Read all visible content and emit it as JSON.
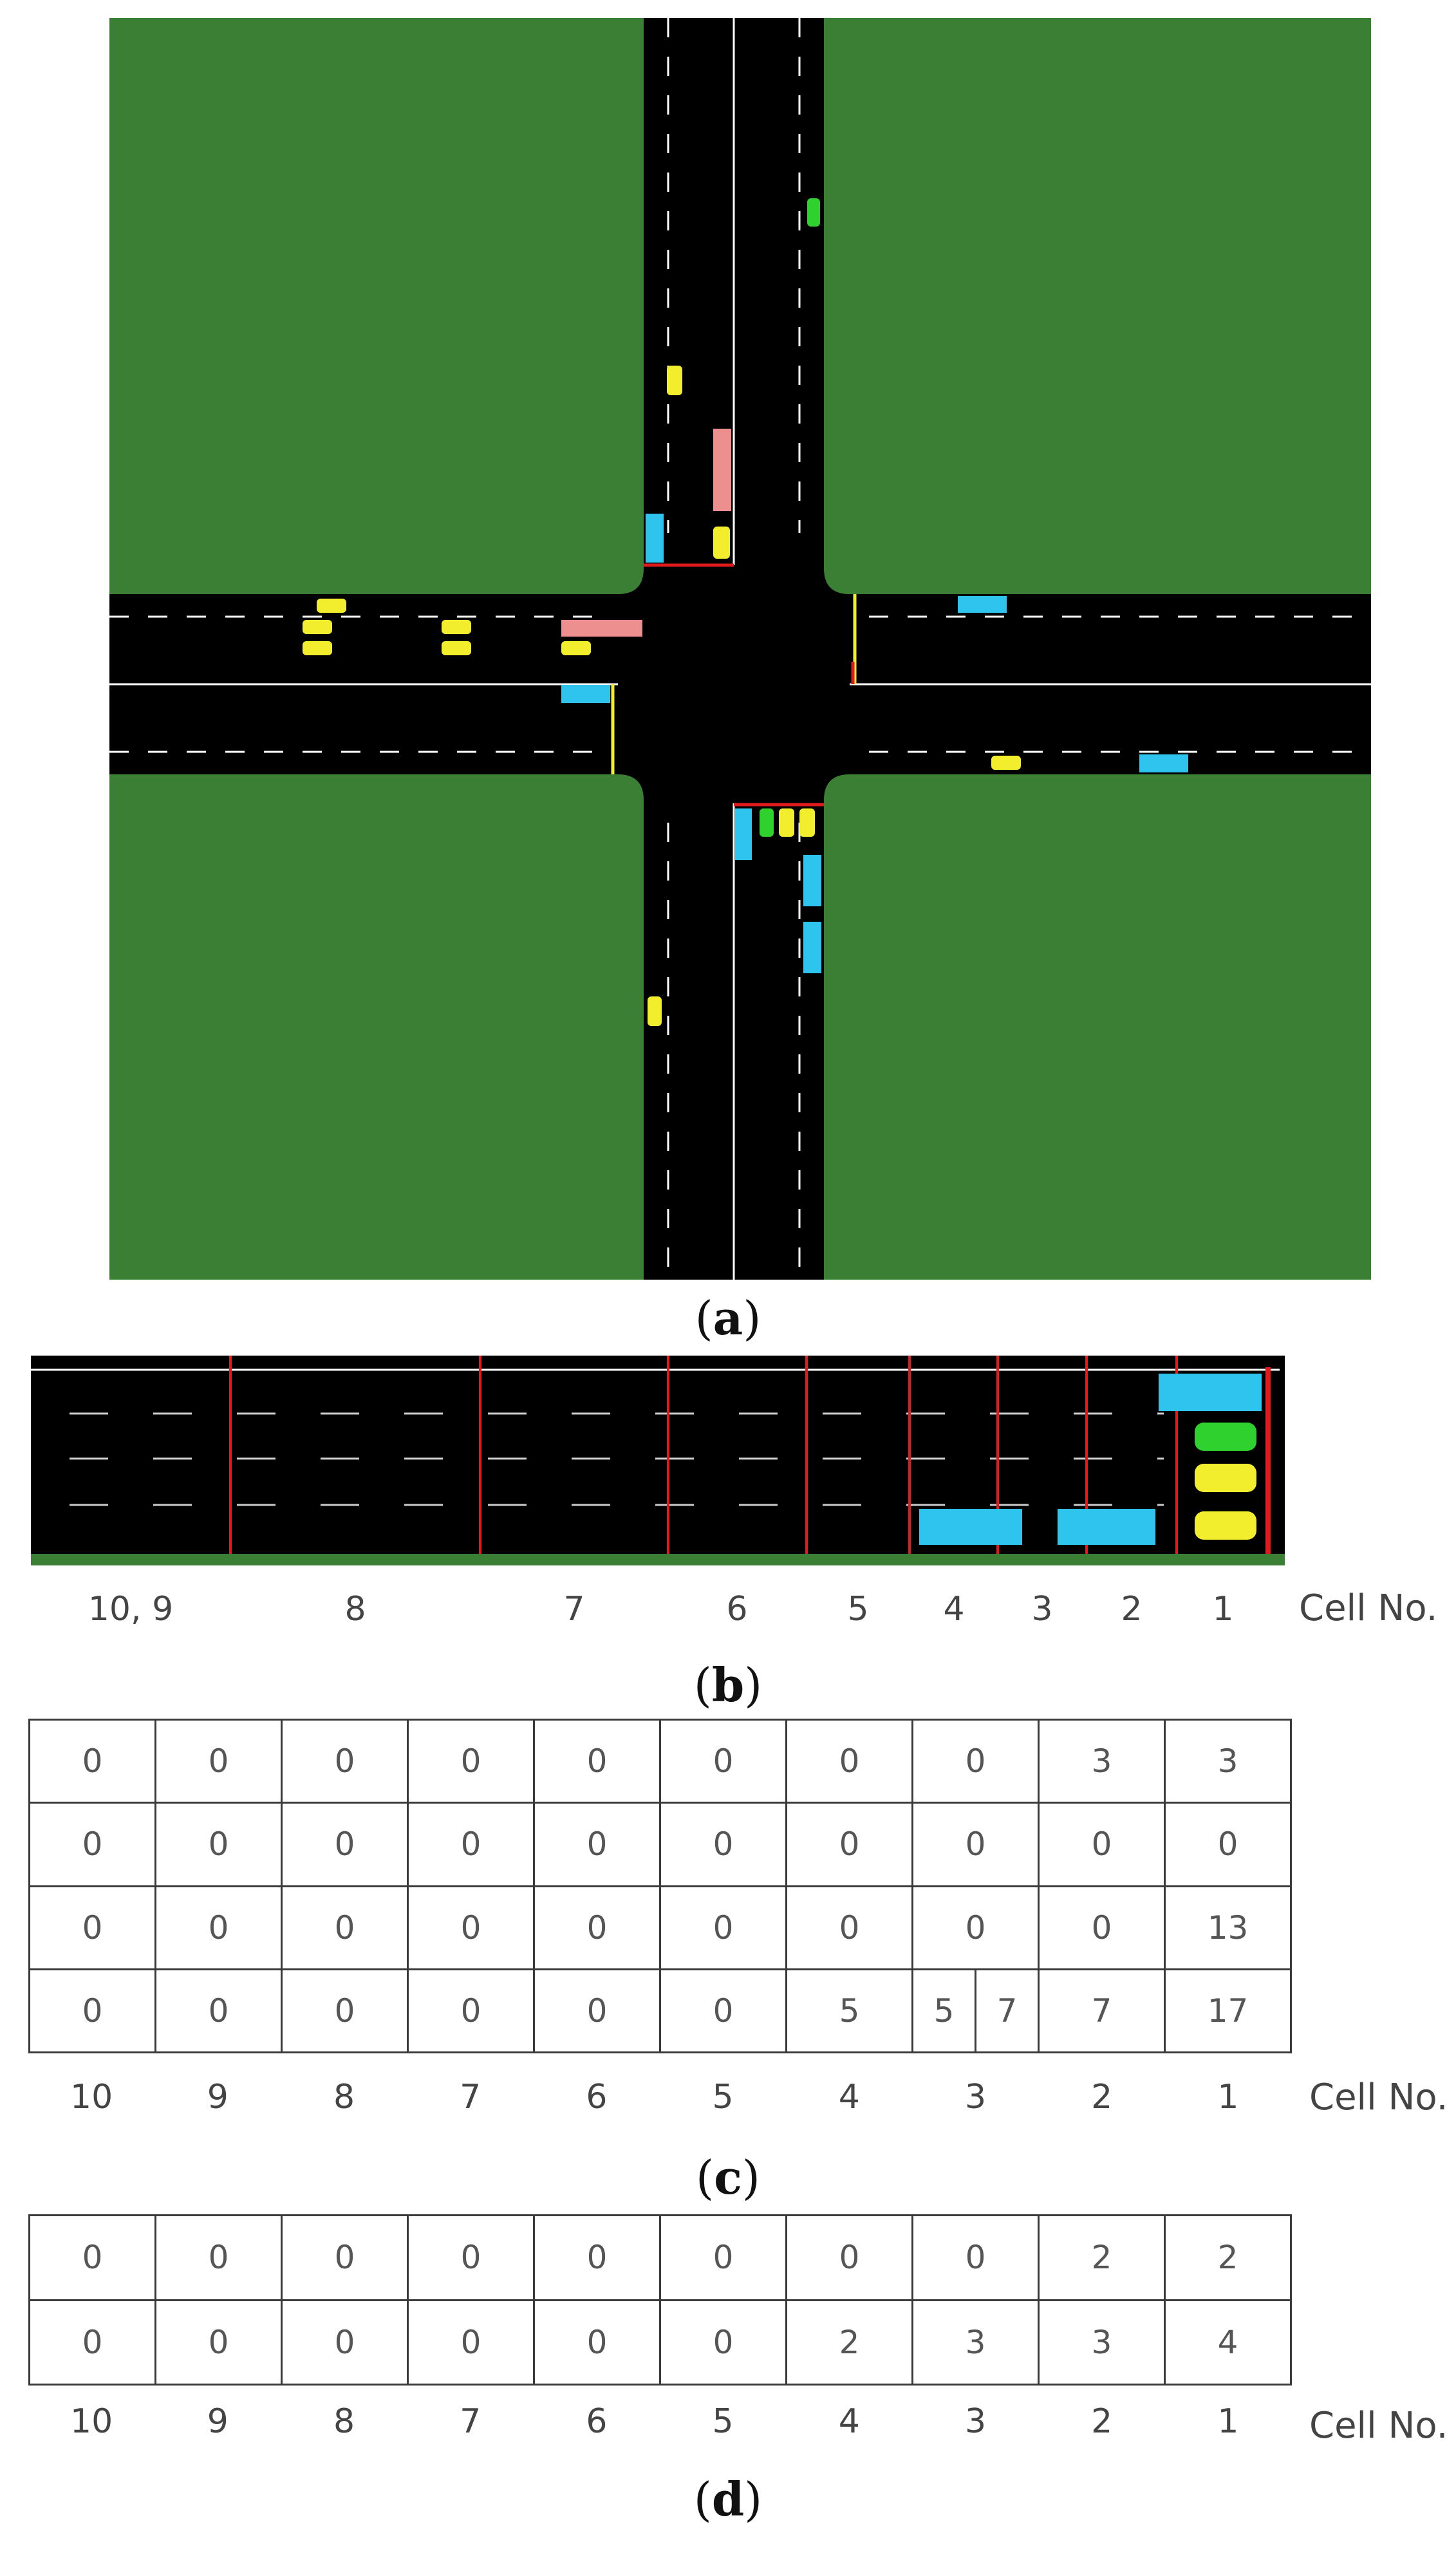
{
  "captions": {
    "a": "a",
    "b": "b",
    "c": "c",
    "d": "d"
  },
  "cell_label": "Cell No.",
  "colors": {
    "grass": "#3a7f34",
    "road": "#000000",
    "car_yellow": "#f2ee2e",
    "car_green": "#2fd12f",
    "bus_cyan": "#2ec4ee",
    "bus_pink": "#ee8f8f",
    "stop_line": "#e01b1b"
  },
  "panel_b": {
    "cell_labels": [
      "10, 9",
      "8",
      "7",
      "6",
      "5",
      "4",
      "3",
      "2",
      "1"
    ]
  },
  "panel_c": {
    "rows": [
      [
        "0",
        "0",
        "0",
        "0",
        "0",
        "0",
        "0",
        "0",
        "3",
        "3"
      ],
      [
        "0",
        "0",
        "0",
        "0",
        "0",
        "0",
        "0",
        "0",
        "0",
        "0"
      ],
      [
        "0",
        "0",
        "0",
        "0",
        "0",
        "0",
        "0",
        "0",
        "0",
        "13"
      ],
      [
        "0",
        "0",
        "0",
        "0",
        "0",
        "0",
        "5",
        [
          "5",
          "7"
        ],
        "7",
        "17"
      ]
    ],
    "cell_numbers": [
      "10",
      "9",
      "8",
      "7",
      "6",
      "5",
      "4",
      "3",
      "2",
      "1"
    ]
  },
  "panel_d": {
    "rows": [
      [
        "0",
        "0",
        "0",
        "0",
        "0",
        "0",
        "0",
        "0",
        "2",
        "2"
      ],
      [
        "0",
        "0",
        "0",
        "0",
        "0",
        "0",
        "2",
        "3",
        "3",
        "4"
      ]
    ],
    "cell_numbers": [
      "10",
      "9",
      "8",
      "7",
      "6",
      "5",
      "4",
      "3",
      "2",
      "1"
    ]
  }
}
